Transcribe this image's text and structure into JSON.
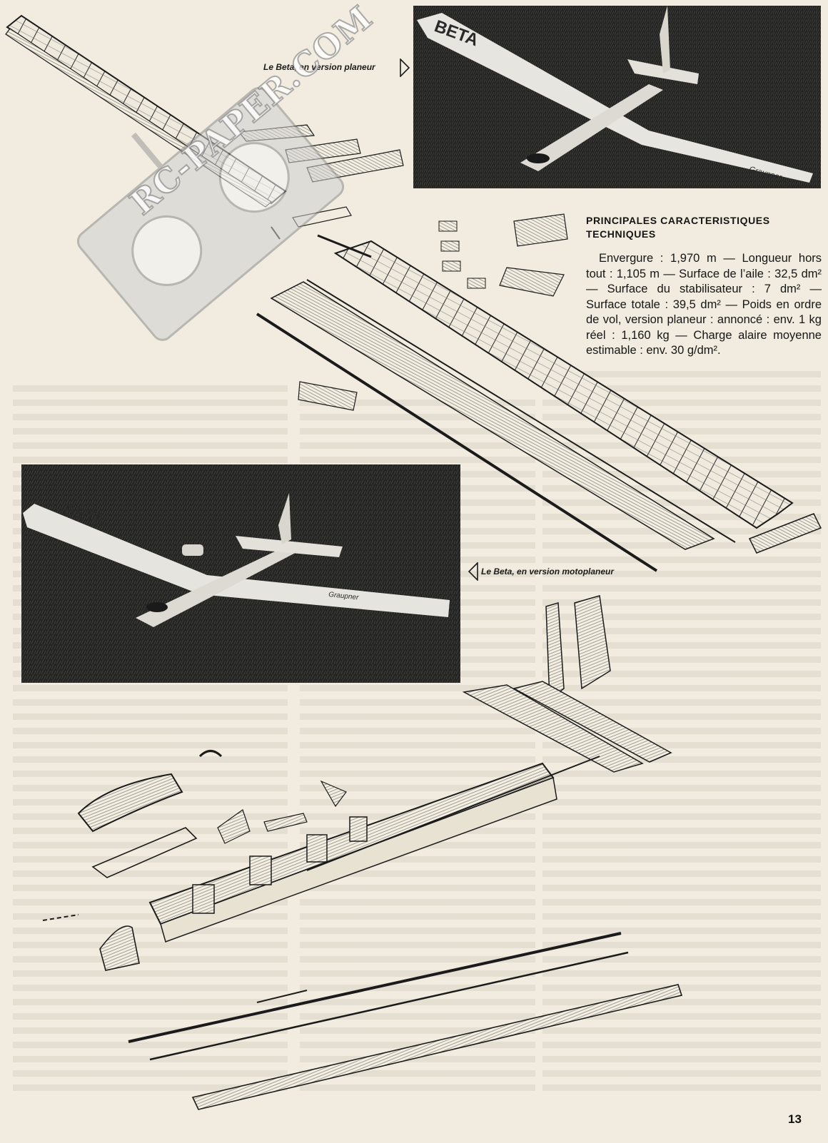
{
  "captions": {
    "glider": "Le Beta, en version planeur",
    "motorglider": "Le Beta, en version motoplaneur"
  },
  "specs": {
    "title": "PRINCIPALES CARACTERISTIQUES TECHNIQUES",
    "body": "Envergure : 1,970 m — Longueur hors tout : 1,105 m — Surface de l’aile : 32,5 dm² — Surface du stabilisateur : 7 dm² — Surface totale : 39,5 dm² — Poids en ordre de vol, version planeur : annoncé : env. 1 kg réel : 1,160 kg — Charge alaire moyenne estimable : env. 30 g/dm²."
  },
  "photo_markings": {
    "wing_text": "BETA",
    "brand_text": "Graupner"
  },
  "watermark": {
    "text": "RC-PAPER.COM"
  },
  "page_number": "13",
  "colors": {
    "paper": "#f1ecdf",
    "ink": "#161616",
    "photo_dark": "#1d1d1c"
  }
}
